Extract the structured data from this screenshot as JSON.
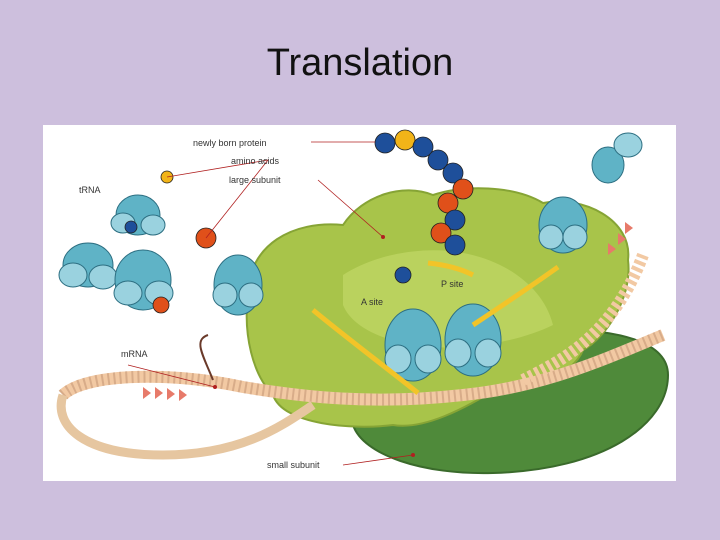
{
  "slide": {
    "title": "Translation"
  },
  "diagram": {
    "labels": {
      "newly_born_protein": "newly born protein",
      "amino_acids": "amino acids",
      "large_subunit": "large subunit",
      "trna": "tRNA",
      "mrna": "mRNA",
      "p_site": "P site",
      "a_site": "A site",
      "small_subunit": "small subunit"
    },
    "colors": {
      "background": "#cdbfdd",
      "large_subunit": "#a8c44a",
      "small_subunit": "#4f8a3a",
      "trna": "#5fb3c6",
      "protein_blue": "#1e4f9a",
      "protein_orange": "#e0501a",
      "protein_yellow": "#f2b418",
      "mrna_peach": "#f2c9a3",
      "leader_line": "#b02020"
    }
  }
}
